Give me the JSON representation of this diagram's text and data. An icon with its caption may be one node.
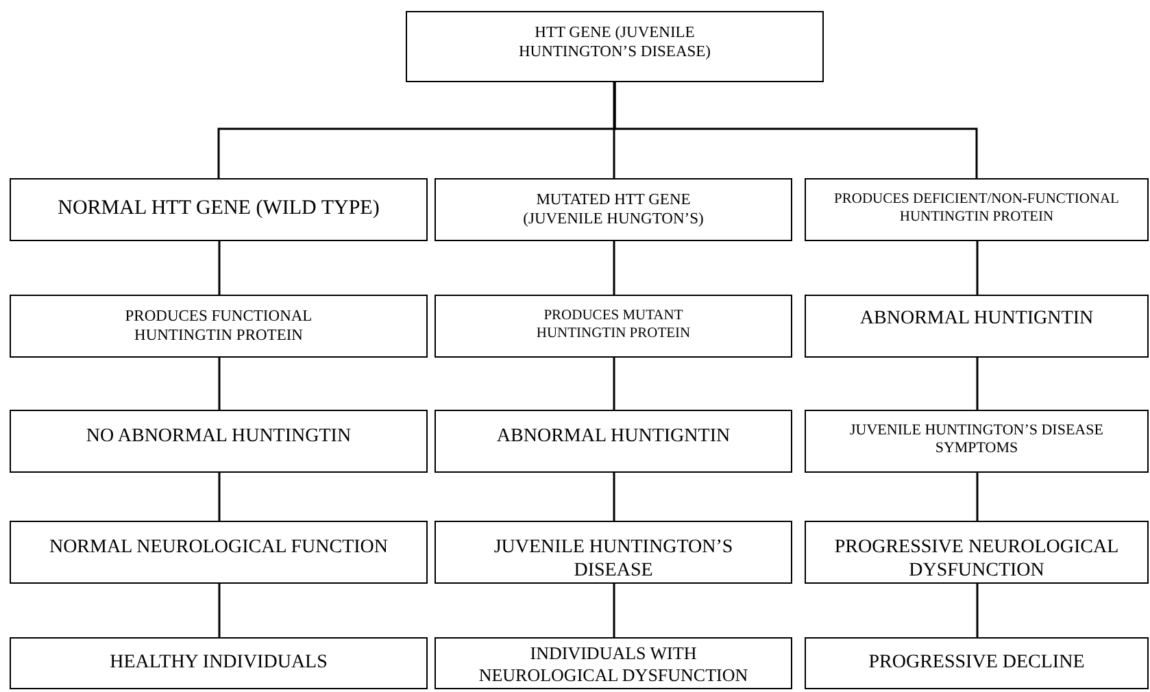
{
  "diagram": {
    "nodes": [
      {
        "text": [
          "HTT GENE (JUVENILE HUNTINGTON’S DISEASE)"
        ]
      },
      {
        "text": [
          "NORMAL HTT GENE (WILD TYPE)"
        ]
      },
      {
        "text": [
          "MUTATED HTT GENE (JUVENILE HUNGTON’S)"
        ]
      },
      {
        "text": [
          "PRODUCES DEFICIENT/NON-FUNCTIONAL HUNTINGTIN PROTEIN"
        ]
      },
      {
        "text": [
          "PRODUCES FUNCTIONAL HUNTINGTIN PROTEIN"
        ]
      },
      {
        "text": [
          "PRODUCES MUTANT HUNTINGTIN PROTEIN"
        ]
      },
      {
        "text": [
          "ABNORMAL HUNTIGNTIN"
        ]
      },
      {
        "text": [
          "NO ABNORMAL HUNTINGTIN"
        ]
      },
      {
        "text": [
          "ABNORMAL HUNTIGNTIN"
        ]
      },
      {
        "text": [
          "JUVENILE HUNTINGTON’S DISEASE SYMPTOMS"
        ]
      },
      {
        "text": [
          "NORMAL NEUROLOGICAL FUNCTION"
        ]
      },
      {
        "text": [
          "JUVENILE HUNTINGTON’S DISEASE"
        ]
      },
      {
        "text": [
          "PROGRESSIVE NEUROLOGICAL DYSFUNCTION"
        ]
      },
      {
        "text": [
          "HEALTHY INDIVIDUALS"
        ]
      },
      {
        "text": [
          "INDIVIDUALS WITH NEUROLOGICAL DYSFUNCTION"
        ]
      },
      {
        "text": [
          "PROGRESSIVE DECLINE"
        ]
      }
    ],
    "edges": [
      {
        "from": 0,
        "to": 1,
        "arrow": "none"
      },
      {
        "from": 0,
        "to": 2,
        "arrow": "none"
      },
      {
        "from": 0,
        "to": 3,
        "arrow": "none"
      },
      {
        "from": 1,
        "to": 4,
        "arrow": "none"
      },
      {
        "from": 2,
        "to": 5,
        "arrow": "none"
      },
      {
        "from": 3,
        "to": 6,
        "arrow": "none"
      },
      {
        "from": 4,
        "to": 7,
        "arrow": "none"
      },
      {
        "from": 5,
        "to": 8,
        "arrow": "none"
      },
      {
        "from": 6,
        "to": 9,
        "arrow": "none"
      },
      {
        "from": 7,
        "to": 10,
        "arrow": "none"
      },
      {
        "from": 8,
        "to": 11,
        "arrow": "none"
      },
      {
        "from": 9,
        "to": 12,
        "arrow": "none"
      },
      {
        "from": 10,
        "to": 13,
        "arrow": "none"
      },
      {
        "from": 11,
        "to": 14,
        "arrow": "none"
      },
      {
        "from": 12,
        "to": 15,
        "arrow": "none"
      }
    ]
  }
}
